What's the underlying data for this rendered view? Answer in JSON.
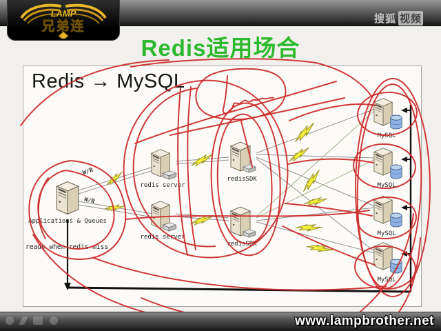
{
  "player": {
    "logo": {
      "brand": "LAMP",
      "name": "兄弟连"
    },
    "watermark": {
      "site": "搜狐",
      "kind": "视频"
    },
    "footer_url": "www.lampbrother.net"
  },
  "slide": {
    "title": "Redis适用场合"
  },
  "diagram": {
    "heading": "Redis → MySQL",
    "app_label": "Applications & Queues",
    "note": "reads when redis miss",
    "wr_labels": [
      "W/R",
      "W/R"
    ],
    "redis_servers": [
      "redis server",
      "redis server"
    ],
    "sdk_nodes": [
      "redisSDK",
      "redisSDK"
    ],
    "mysql_nodes": [
      "MySQL",
      "MySQL",
      "MySQL",
      "MySQL"
    ],
    "icons": {
      "tower": "server-tower-icon",
      "database": "database-cylinder-icon",
      "stack": "disk-array-icon",
      "bolt": "lightning-bolt-icon"
    }
  },
  "colors": {
    "title_green": "#2db92d",
    "annotation_red": "#cc2e2e",
    "bolt_yellow": "#f3ee3a"
  }
}
